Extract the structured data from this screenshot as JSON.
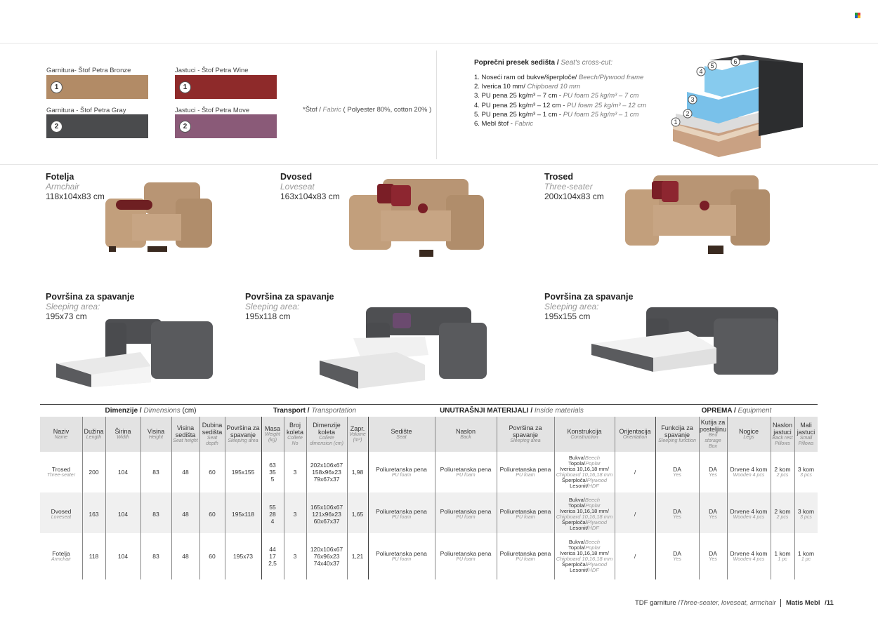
{
  "swatches": {
    "sofa_bronze": {
      "label": "Garnitura- Štof Petra Bronze",
      "num": "1",
      "color": "#b28b66"
    },
    "sofa_gray": {
      "label": "Garnitura - Štof Petra Gray",
      "num": "2",
      "color": "#4a4b4d"
    },
    "pillow_wine": {
      "label": "Jastuci - Štof  Petra Wine",
      "num": "1",
      "color": "#8e2a2a"
    },
    "pillow_move": {
      "label": "Jastuci - Štof  Petra Move",
      "num": "2",
      "color": "#8a5a78"
    }
  },
  "fabric_note": {
    "lead": "*Štof / ",
    "en": "Fabric",
    "rest": " ( Polyester 80%, cotton 20% )"
  },
  "cross_cut": {
    "title": "Poprečni presek sedišta / ",
    "title_en": "Seat's cross-cut:",
    "items": [
      {
        "sr": "1. Noseći ram od bukve/šperploče/ ",
        "en": "Beech/Plywood frame"
      },
      {
        "sr": "2. Iverica 10 mm/ ",
        "en": "Chipboard 10 mm"
      },
      {
        "sr": "3. PU pena 25 kg/m³ – 7 cm - ",
        "en": "PU foam 25 kg/m³ – 7 cm"
      },
      {
        "sr": "4. PU pena 25 kg/m³ – 12 cm - ",
        "en": "PU foam 25 kg/m³ – 12 cm"
      },
      {
        "sr": "5. PU pena 25 kg/m³ – 1 cm - ",
        "en": "PU foam 25 kg/m³ – 1 cm"
      },
      {
        "sr": "6. Mebl štof - ",
        "en": "Fabric"
      }
    ],
    "layer_nums": [
      "1",
      "2",
      "3",
      "4",
      "5",
      "6"
    ]
  },
  "products": [
    {
      "title": "Fotelja",
      "sub": "Armchair",
      "dim": "118x104x83 cm"
    },
    {
      "title": "Dvosed",
      "sub": "Loveseat",
      "dim": "163x104x83 cm"
    },
    {
      "title": "Trosed",
      "sub": "Three-seater",
      "dim": "200x104x83 cm"
    }
  ],
  "sleeping": [
    {
      "title": "Površina za spavanje",
      "sub": "Sleeping area:",
      "dim": "195x73 cm"
    },
    {
      "title": "Površina za spavanje",
      "sub": "Sleeping area:",
      "dim": "195x118 cm"
    },
    {
      "title": "Površina za spavanje",
      "sub": "Sleeping area:",
      "dim": "195x155 cm"
    }
  ],
  "table": {
    "groups": [
      {
        "sr": "Dimenzije / ",
        "en": "Dimensions",
        "unit": " (cm)"
      },
      {
        "sr": "Transport / ",
        "en": "Transportation",
        "unit": ""
      },
      {
        "sr": "UNUTRAŠNJI MATERIJALI / ",
        "en": "Inside materials",
        "unit": ""
      },
      {
        "sr": "OPREMA / ",
        "en": "Equipment",
        "unit": ""
      }
    ],
    "columns": [
      {
        "sr": "Naziv",
        "en": "Name"
      },
      {
        "sr": "Dužina",
        "en": "Length"
      },
      {
        "sr": "Širina",
        "en": "Width"
      },
      {
        "sr": "Visina",
        "en": "Height"
      },
      {
        "sr": "Visina sedišta",
        "en": "Seat height"
      },
      {
        "sr": "Dubina sedišta",
        "en": "Seat depth"
      },
      {
        "sr": "Površina za spavanje",
        "en": "Sleeping area"
      },
      {
        "sr": "Masa",
        "en": "Weight (kg)"
      },
      {
        "sr": "Broj koleta",
        "en": "Collete No"
      },
      {
        "sr": "Dimenzije koleta",
        "en": "Collete dimension (cm)"
      },
      {
        "sr": "Zapr.",
        "en": "Volume (m³)"
      },
      {
        "sr": "Sedište",
        "en": "Seat"
      },
      {
        "sr": "Naslon",
        "en": "Back"
      },
      {
        "sr": "Površina za spavanje",
        "en": "Sleeping area"
      },
      {
        "sr": "Konstrukcija",
        "en": "Construction"
      },
      {
        "sr": "Orijentacija",
        "en": "Orientation"
      },
      {
        "sr": "Funkcija za spavanje",
        "en": "Sleeping function"
      },
      {
        "sr": "Kutija za posteljinu",
        "en": "Bed storage Box"
      },
      {
        "sr": "Nogice",
        "en": "Legs"
      },
      {
        "sr": "Naslon jastuci",
        "en": "Back rest Pillows"
      },
      {
        "sr": "Mali jastuci",
        "en": "Small Pillows"
      }
    ],
    "rows": [
      {
        "name": "Trosed",
        "name_en": "Three-seater",
        "length": "200",
        "width": "104",
        "height": "83",
        "seat_height": "48",
        "seat_depth": "60",
        "sleep": "195x155",
        "weight": "63\n35\n5",
        "collete": "3",
        "collete_dim": "202x106x67\n158x96x23\n79x67x37",
        "volume": "1,98",
        "seat": "Poliuretanska pena",
        "seat_en": "PU foam",
        "back": "Poliuretanska pena",
        "back_en": "PU foam",
        "sleep_mat": "Poliuretanska pena",
        "sleep_mat_en": "PU foam",
        "orient": "/",
        "func": "DA",
        "func_en": "Yes",
        "box": "DA",
        "box_en": "Yes",
        "legs": "Drvene 4 kom",
        "legs_en": "Wooden 4 pcs",
        "backp": "2 kom",
        "backp_en": "2 pcs",
        "smallp": "3 kom",
        "smallp_en": "3 pcs"
      },
      {
        "name": "Dvosed",
        "name_en": "Loveseat",
        "length": "163",
        "width": "104",
        "height": "83",
        "seat_height": "48",
        "seat_depth": "60",
        "sleep": "195x118",
        "weight": "55\n28\n4",
        "collete": "3",
        "collete_dim": "165x106x67\n121x96x23\n60x67x37",
        "volume": "1,65",
        "seat": "Poliuretanska pena",
        "seat_en": "PU foam",
        "back": "Poliuretanska pena",
        "back_en": "PU foam",
        "sleep_mat": "Poliuretanska pena",
        "sleep_mat_en": "PU foam",
        "orient": "/",
        "func": "DA",
        "func_en": "Yes",
        "box": "DA",
        "box_en": "Yes",
        "legs": "Drvene 4 kom",
        "legs_en": "Wooden 4 pcs",
        "backp": "2 kom",
        "backp_en": "2 pcs",
        "smallp": "3 kom",
        "smallp_en": "3 pcs"
      },
      {
        "name": "Fotelja",
        "name_en": "Armchair",
        "length": "118",
        "width": "104",
        "height": "83",
        "seat_height": "48",
        "seat_depth": "60",
        "sleep": "195x73",
        "weight": "44\n17\n2,5",
        "collete": "3",
        "collete_dim": "120x106x67\n76x96x23\n74x40x37",
        "volume": "1,21",
        "seat": "Poliuretanska pena",
        "seat_en": "PU foam",
        "back": "Poliuretanska pena",
        "back_en": "PU foam",
        "sleep_mat": "Poliuretanska pena",
        "sleep_mat_en": "PU foam",
        "orient": "/",
        "func": "DA",
        "func_en": "Yes",
        "box": "DA",
        "box_en": "Yes",
        "legs": "Drvene 4 kom",
        "legs_en": "Wooden 4 pcs",
        "backp": "1 kom",
        "backp_en": "1 pc",
        "smallp": "1 kom",
        "smallp_en": "1 pc"
      }
    ],
    "construction": [
      {
        "sr": "Bukva/",
        "en": "Beech"
      },
      {
        "sr": "Topola/",
        "en": "Poplar"
      },
      {
        "sr": "Iverica 10,16,18 mm/",
        "en": ""
      },
      {
        "sr": "",
        "en": "Chipboard 10,16,18 mm"
      },
      {
        "sr": "Šperploča/",
        "en": "Plywood"
      },
      {
        "sr": "Lesonit/",
        "en": "HDF"
      }
    ]
  },
  "footer": {
    "text": "TDF garniture /",
    "en": "Three-seater, loveseat, armchair",
    "brand": "Matis Mebl",
    "page": "/11"
  }
}
